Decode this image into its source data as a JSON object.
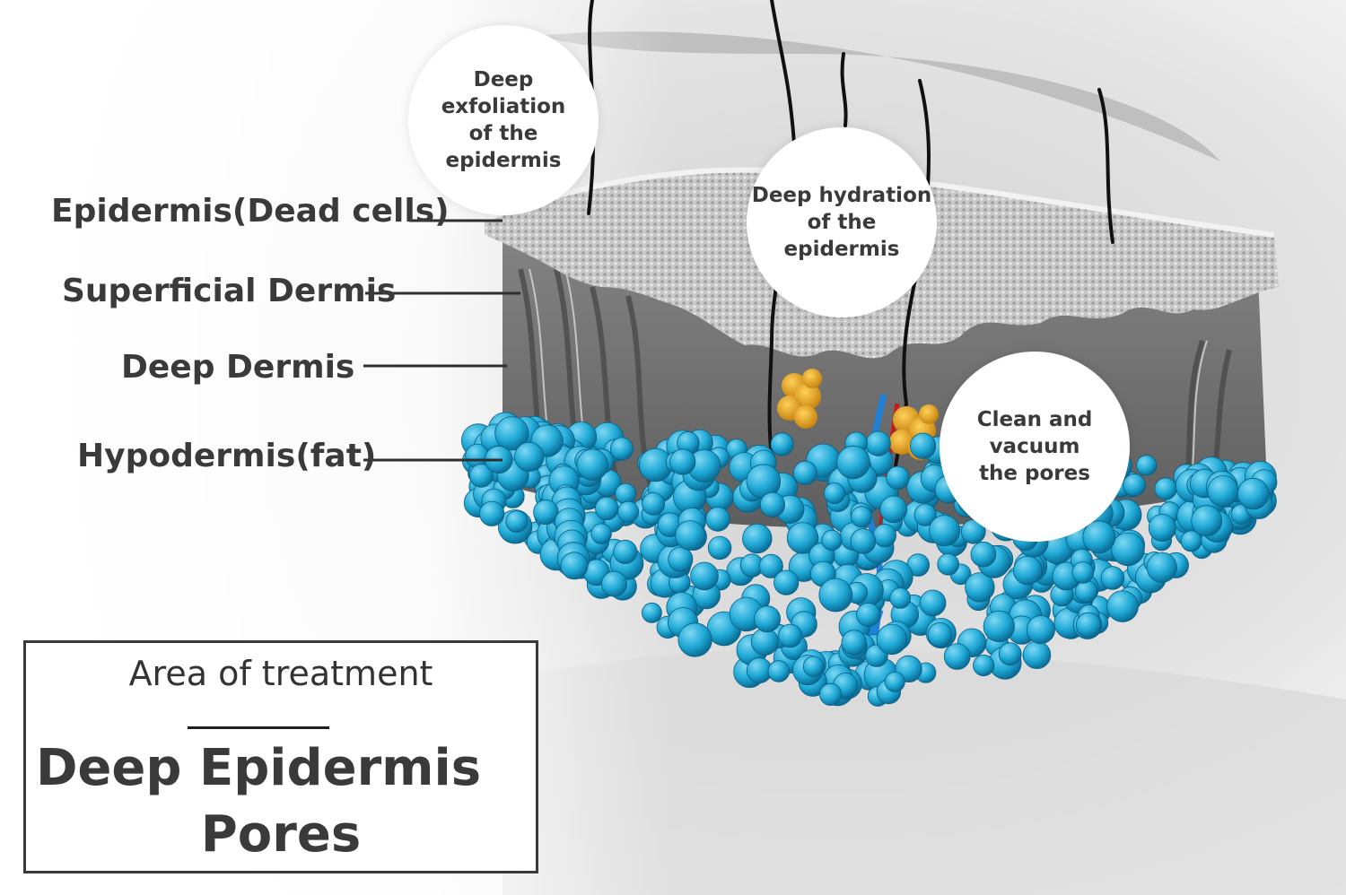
{
  "layers": [
    {
      "id": "epidermis",
      "label": "Epidermis(Dead cells)"
    },
    {
      "id": "superficial-dermis",
      "label": "Superficial Dermis"
    },
    {
      "id": "deep-dermis",
      "label": "Deep Dermis"
    },
    {
      "id": "hypodermis",
      "label": "Hypodermis(fat)"
    }
  ],
  "callouts": [
    {
      "id": "exfoliation",
      "text": "Deep exfoliation\nof the\nepidermis"
    },
    {
      "id": "hydration",
      "text": "Deep hydration\nof the\nepidermis"
    },
    {
      "id": "vacuum",
      "text": "Clean and\nvacuum\n the pores"
    }
  ],
  "treatment_box": {
    "heading": "Area of treatment",
    "area_line_1": "Deep Epidermis",
    "area_line_2": "Pores"
  },
  "colors": {
    "fat_cells": "#1fa9d6",
    "sebaceous_gland": "#e0a21c",
    "tissue": "#7a7a7a",
    "label_text": "#3a3a3a"
  }
}
